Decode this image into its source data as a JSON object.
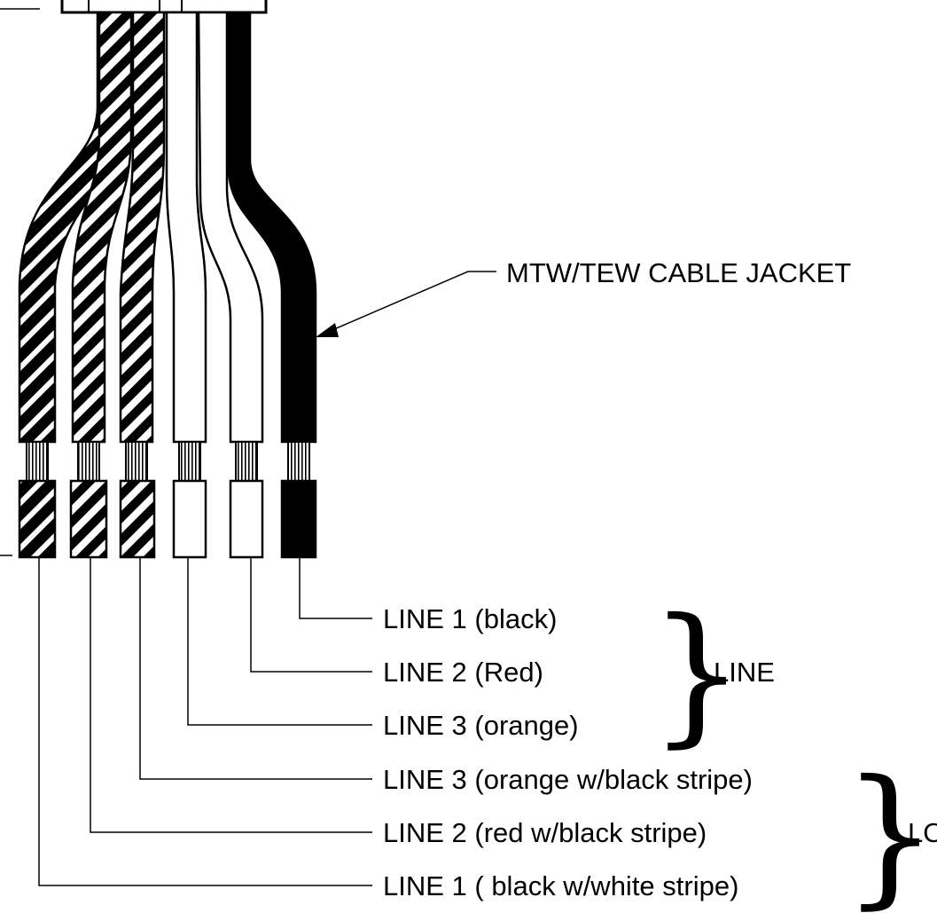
{
  "callout": {
    "jacket_label": "MTW/TEW CABLE JACKET"
  },
  "line_group": {
    "group_label": "LINE",
    "wires": [
      {
        "label": "LINE 1 (black)",
        "insulation": "solid",
        "color": "#000000"
      },
      {
        "label": "LINE 2 (Red)",
        "insulation": "solid",
        "color": "#ffffff"
      },
      {
        "label": "LINE 3 (orange)",
        "insulation": "solid",
        "color": "#ffffff"
      }
    ]
  },
  "load_group": {
    "group_label": "LOAD",
    "wires": [
      {
        "label": "LINE 3 (orange w/black stripe)",
        "insulation": "striped"
      },
      {
        "label": "LINE 2 (red w/black stripe)",
        "insulation": "striped"
      },
      {
        "label": "LINE 1 ( black w/white stripe)",
        "insulation": "striped"
      }
    ]
  },
  "colors": {
    "ink": "#000000",
    "paper": "#ffffff"
  }
}
